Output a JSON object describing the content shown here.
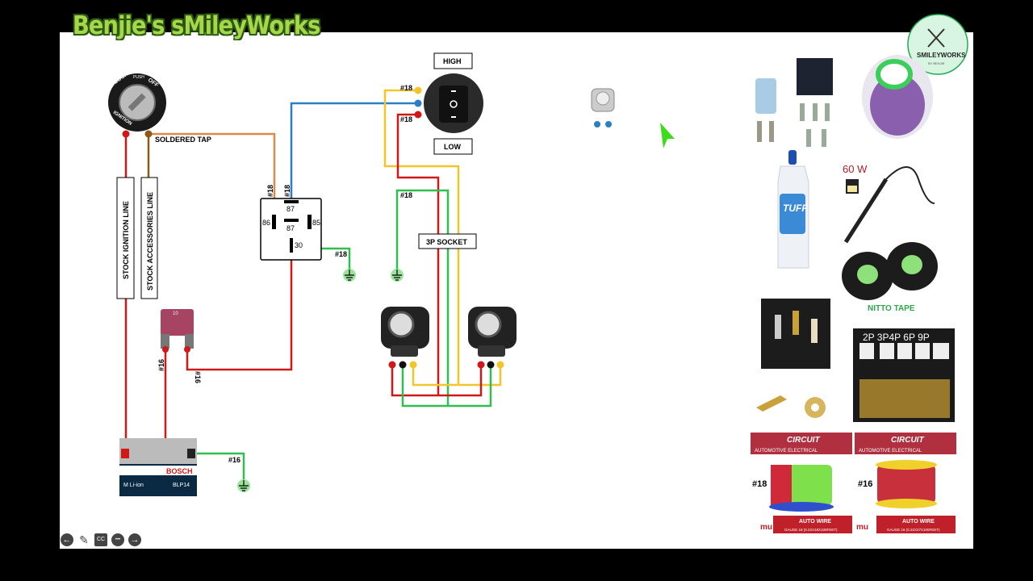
{
  "brand_title": "Benjie's sMileyWorks",
  "logo": {
    "text": "SMILEYWORKS",
    "subtext": "BY BENJIE"
  },
  "diagram": {
    "ignition": {
      "ring_labels": [
        "LOCK",
        "PUSH",
        "OFF",
        "IGNITION"
      ]
    },
    "soldered_tap": "SOLDERED TAP",
    "stock_ignition_line": "STOCK IGNITION LINE",
    "stock_accessories_line": "STOCK ACCESSORIES LINE",
    "relay": {
      "pins": {
        "p87_top": "87",
        "p86": "86",
        "p87": "87",
        "p85": "85",
        "p30": "30"
      }
    },
    "gauges": {
      "g18": "#18",
      "g16": "#16"
    },
    "switch": {
      "high": "HIGH",
      "low": "LOW"
    },
    "socket": "3P SOCKET",
    "fuse_label": "10",
    "battery": {
      "brand": "BOSCH",
      "type": "M Li-ion",
      "model": "BLP14"
    },
    "wire_colors": {
      "red": "#d01818",
      "brown": "#8b5a1a",
      "orange": "#e0874a",
      "blue": "#2a7fc4",
      "yellow": "#f2c52a",
      "green": "#2fbf4f",
      "black": "#111111"
    }
  },
  "materials": {
    "soldering_iron_power": "60 W",
    "tape": "NITTO TAPE",
    "connector_sizes": "2P 3P4P 6P 9P",
    "bottle_brand": "TUFF",
    "wire_brand": "CIRCUIT",
    "wire_subtitle": "AUTOMOTIVE ELECTRICAL",
    "wire18": {
      "gauge": "#18",
      "title": "AUTO WIRE",
      "spec": "GAUGE 18 (0.22X18X100FEET)"
    },
    "wire16": {
      "gauge": "#16",
      "title": "AUTO WIRE",
      "spec": "GAUGE 16 (0.22X27X100FEET)"
    },
    "mu_logo": "mu"
  },
  "controls": {
    "prev": "←",
    "pen": "✎",
    "cc": "CC",
    "more": "•••",
    "next": "→"
  }
}
